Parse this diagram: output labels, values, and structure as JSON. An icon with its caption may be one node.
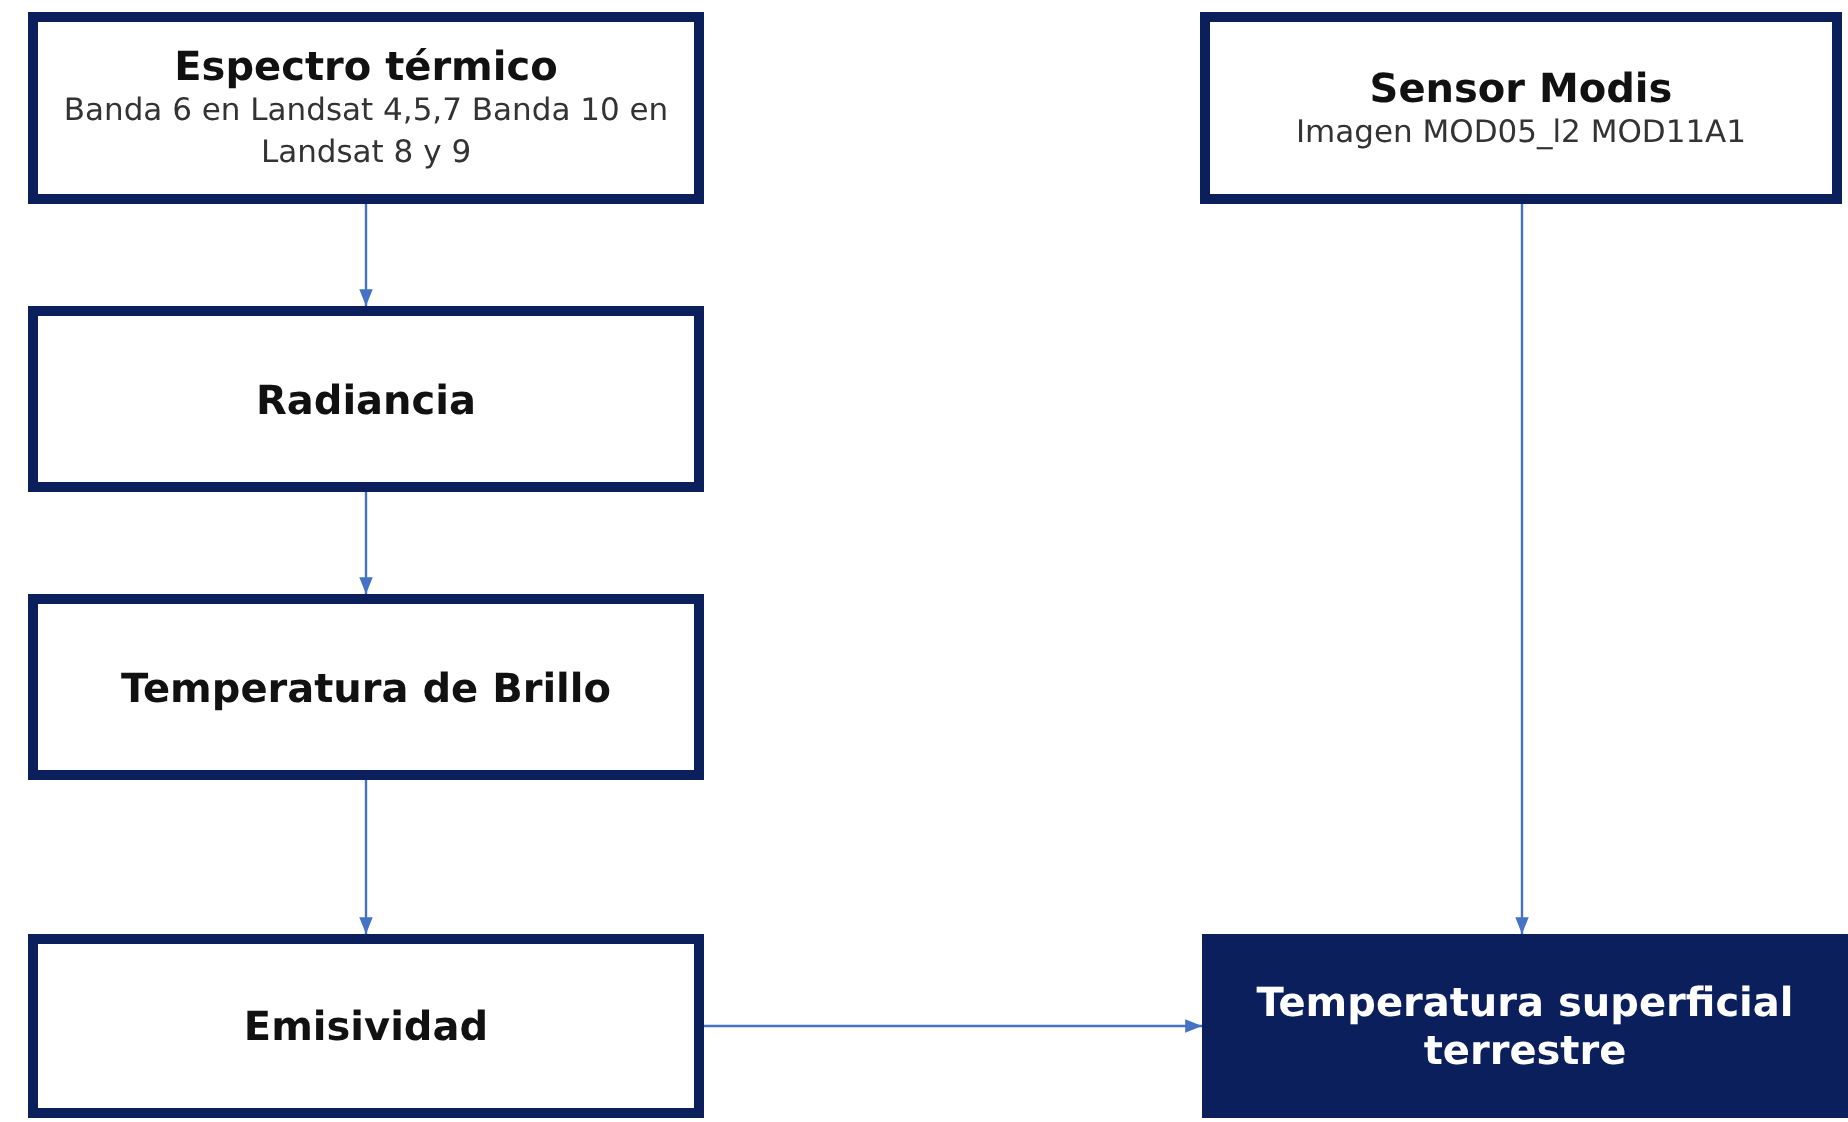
{
  "diagram": {
    "nodes": [
      {
        "text": [
          "Espectro térmico",
          "Banda 6 en Landsat 4,5,7 Banda 10 en Landsat 8 y 9"
        ]
      },
      {
        "text": [
          "Radiancia"
        ]
      },
      {
        "text": [
          "Temperatura de Brillo"
        ]
      },
      {
        "text": [
          "Emisividad"
        ]
      },
      {
        "text": [
          "Sensor Modis",
          "Imagen MOD05_l2 MOD11A1"
        ]
      },
      {
        "text": [
          "Temperatura superficial terrestre"
        ]
      }
    ],
    "edges": [
      {
        "from": 0,
        "to": 1,
        "arrow": "to"
      },
      {
        "from": 1,
        "to": 2,
        "arrow": "to"
      },
      {
        "from": 2,
        "to": 3,
        "arrow": "to"
      },
      {
        "from": 4,
        "to": 5,
        "arrow": "to"
      },
      {
        "from": 3,
        "to": 5,
        "arrow": "to"
      }
    ]
  }
}
